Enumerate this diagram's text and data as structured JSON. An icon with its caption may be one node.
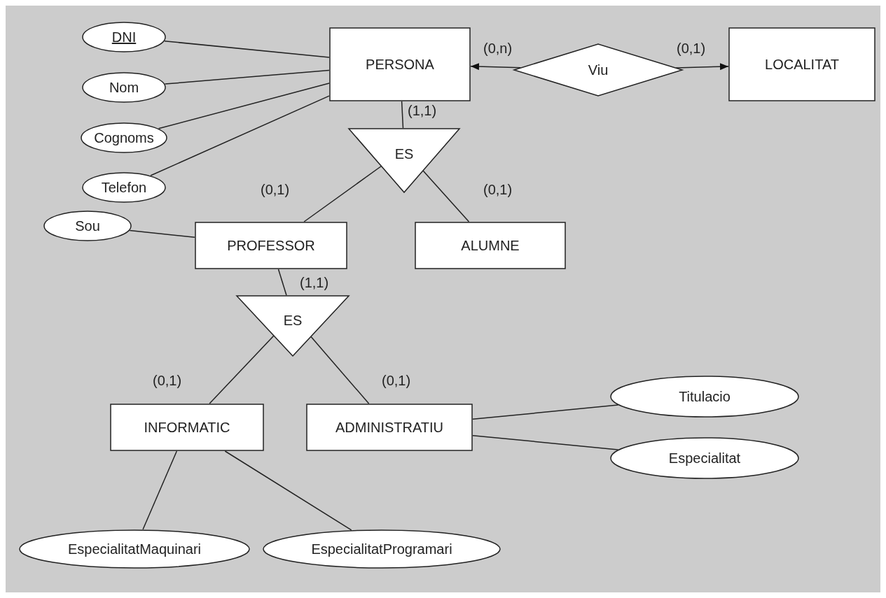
{
  "diagram": {
    "nodes": [
      {
        "text": [
          "DNI"
        ]
      },
      {
        "text": [
          "Nom"
        ]
      },
      {
        "text": [
          "Cognoms"
        ]
      },
      {
        "text": [
          "Telefon"
        ]
      },
      {
        "text": [
          "PERSONA"
        ]
      },
      {
        "text": [
          "Viu"
        ]
      },
      {
        "text": [
          "LOCALITAT"
        ]
      },
      {
        "text": [
          "ES"
        ]
      },
      {
        "text": [
          "Sou"
        ]
      },
      {
        "text": [
          "PROFESSOR"
        ]
      },
      {
        "text": [
          "ALUMNE"
        ]
      },
      {
        "text": [
          "ES"
        ]
      },
      {
        "text": [
          "INFORMATIC"
        ]
      },
      {
        "text": [
          "ADMINISTRATIU"
        ]
      },
      {
        "text": [
          "Titulacio"
        ]
      },
      {
        "text": [
          "Especialitat"
        ]
      },
      {
        "text": [
          "EspecialitatMaquinari"
        ]
      },
      {
        "text": [
          "EspecialitatProgramari"
        ]
      }
    ],
    "edges": [
      {
        "from": 0,
        "to": 4,
        "arrow": "none"
      },
      {
        "from": 1,
        "to": 4,
        "arrow": "none"
      },
      {
        "from": 2,
        "to": 4,
        "arrow": "none"
      },
      {
        "from": 3,
        "to": 4,
        "arrow": "none"
      },
      {
        "from": 5,
        "to": 4,
        "arrow": "to",
        "label": "(0,n)"
      },
      {
        "from": 5,
        "to": 6,
        "arrow": "to",
        "label": "(0,1)"
      },
      {
        "from": 4,
        "to": 7,
        "arrow": "none",
        "label": "(1,1)"
      },
      {
        "from": 7,
        "to": 9,
        "arrow": "none",
        "label": "(0,1)"
      },
      {
        "from": 7,
        "to": 10,
        "arrow": "none",
        "label": "(0,1)"
      },
      {
        "from": 8,
        "to": 9,
        "arrow": "none"
      },
      {
        "from": 9,
        "to": 11,
        "arrow": "none",
        "label": "(1,1)"
      },
      {
        "from": 11,
        "to": 12,
        "arrow": "none",
        "label": "(0,1)"
      },
      {
        "from": 11,
        "to": 13,
        "arrow": "none",
        "label": "(0,1)"
      },
      {
        "from": 13,
        "to": 14,
        "arrow": "none"
      },
      {
        "from": 13,
        "to": 15,
        "arrow": "none"
      },
      {
        "from": 12,
        "to": 16,
        "arrow": "none"
      },
      {
        "from": 12,
        "to": 17,
        "arrow": "none"
      }
    ]
  }
}
